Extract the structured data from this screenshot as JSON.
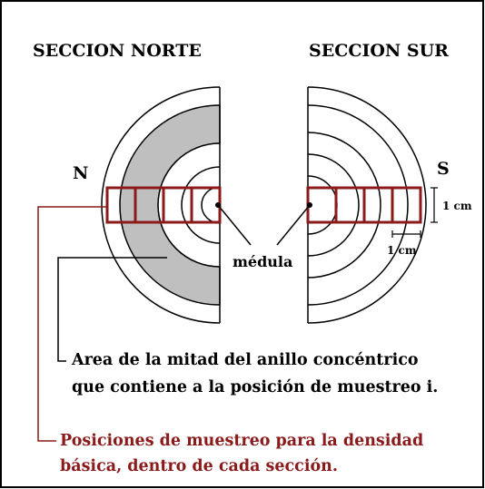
{
  "sections": {
    "north_title": "SECCION NORTE",
    "south_title": "SECCION SUR",
    "north_label": "N",
    "south_label": "S"
  },
  "dimensions": {
    "sample_height": "1 cm",
    "sample_width": "1 cm"
  },
  "pith_label": "médula",
  "captions": {
    "area_line1": "Area de la mitad del anillo concéntrico",
    "area_line2": "que contiene a la posición de muestreo i.",
    "sampling_line1": "Posiciones de muestreo para la densidad",
    "sampling_line2": "básica, dentro de cada sección."
  },
  "colors": {
    "ink": "#000000",
    "sample_strip": "#8b1a1a",
    "shaded_ring": "#bfbfbf",
    "caption_red": "#8b1a1a"
  }
}
